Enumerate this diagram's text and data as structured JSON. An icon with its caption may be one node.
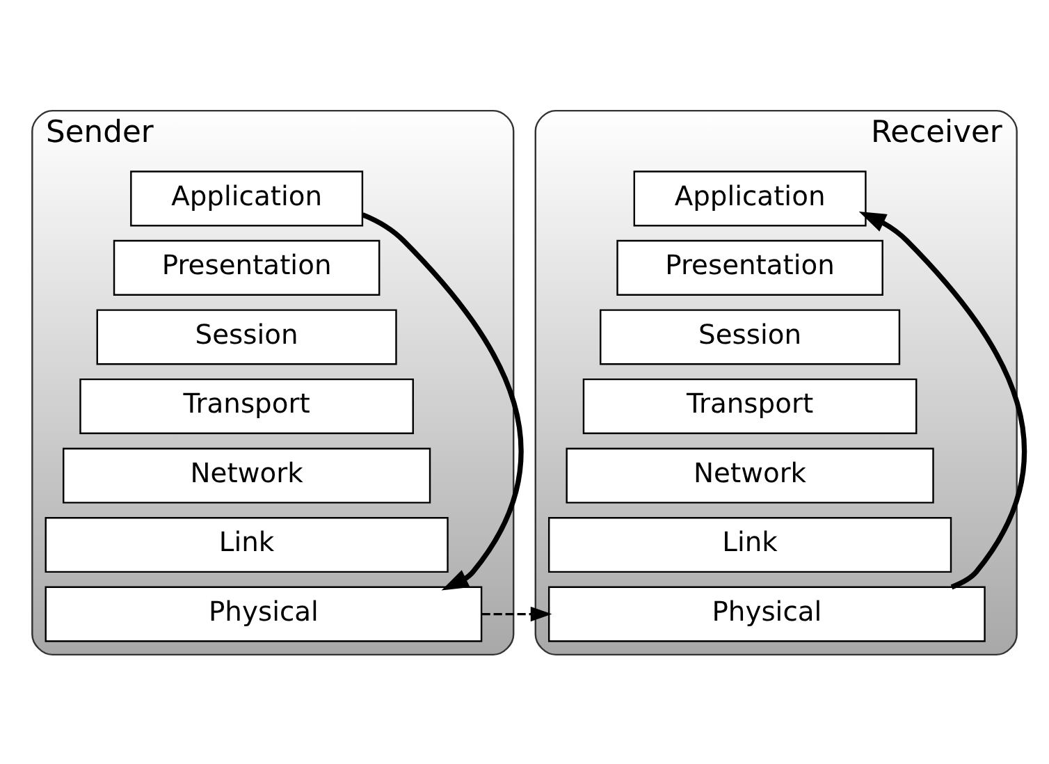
{
  "diagram": {
    "nodes": [
      {
        "text": [
          "Sender"
        ]
      },
      {
        "text": [
          "Application"
        ],
        "in": 0
      },
      {
        "text": [
          "Presentation"
        ],
        "in": 0
      },
      {
        "text": [
          "Session"
        ],
        "in": 0
      },
      {
        "text": [
          "Transport"
        ],
        "in": 0
      },
      {
        "text": [
          "Network"
        ],
        "in": 0
      },
      {
        "text": [
          "Link"
        ],
        "in": 0
      },
      {
        "text": [
          "Physical"
        ],
        "in": 0
      },
      {
        "text": [
          "Receiver"
        ]
      },
      {
        "text": [
          "Application"
        ],
        "in": 8
      },
      {
        "text": [
          "Presentation"
        ],
        "in": 8
      },
      {
        "text": [
          "Session"
        ],
        "in": 8
      },
      {
        "text": [
          "Transport"
        ],
        "in": 8
      },
      {
        "text": [
          "Network"
        ],
        "in": 8
      },
      {
        "text": [
          "Link"
        ],
        "in": 8
      },
      {
        "text": [
          "Physical"
        ],
        "in": 8
      }
    ],
    "edges": [
      {
        "from": 1,
        "to": 7,
        "arrow": "to"
      },
      {
        "from": 15,
        "to": 9,
        "arrow": "to"
      },
      {
        "from": 7,
        "to": 15,
        "arrow": "to",
        "style": "dashed"
      }
    ]
  }
}
